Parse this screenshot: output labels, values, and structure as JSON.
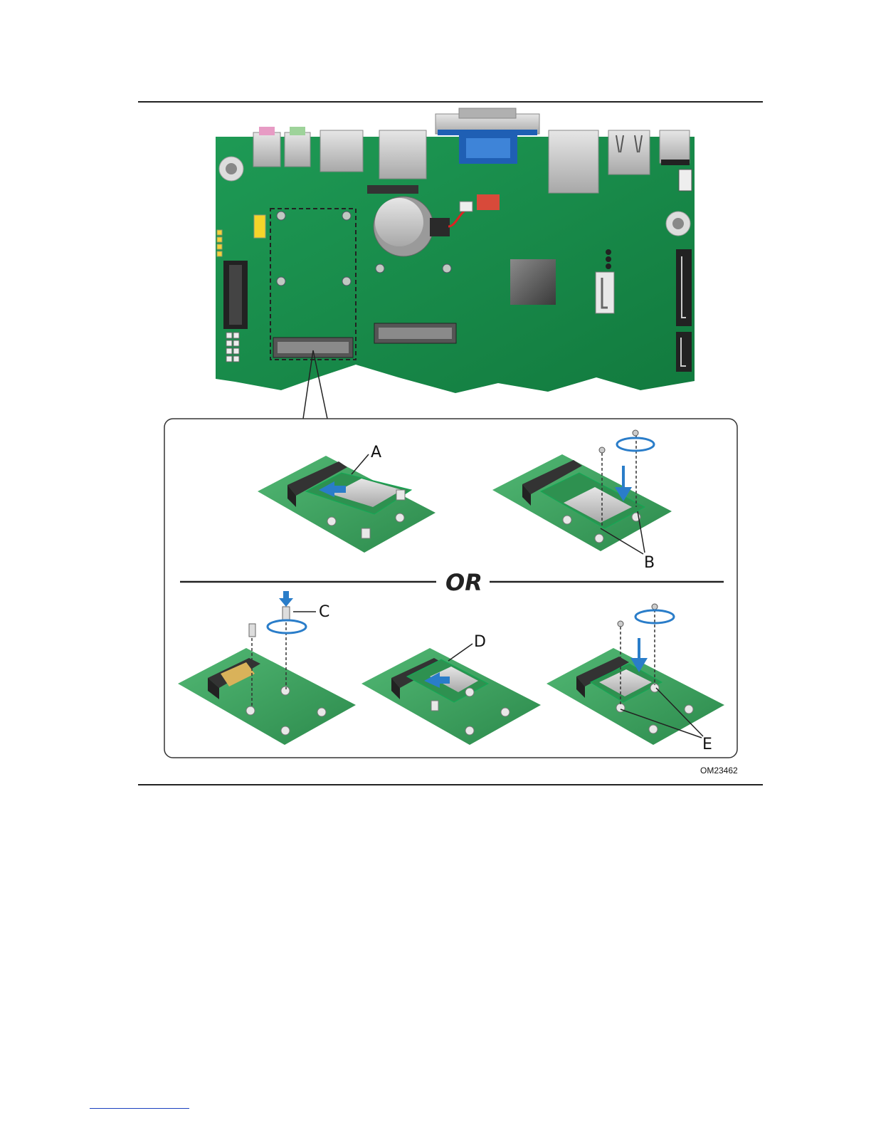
{
  "labels": {
    "a": "A",
    "b": "B",
    "c": "C",
    "d": "D",
    "e": "E",
    "or": "OR"
  },
  "figure_code": "OM23462",
  "colors": {
    "board": "#1d9150",
    "board_dark": "#137a3f",
    "card": "#3aa35c",
    "metal": "#c9c9c9",
    "arrow": "#2a7dc9",
    "vga": "#1f5fb4"
  }
}
